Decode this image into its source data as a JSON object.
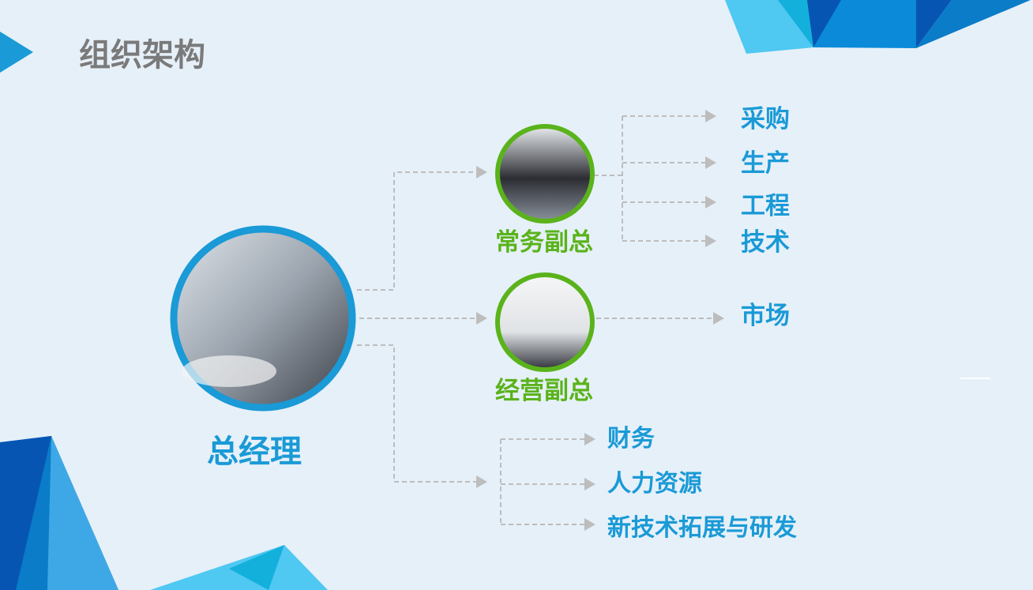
{
  "title": "组织架构",
  "general_manager": {
    "label": "总经理"
  },
  "vice_presidents": [
    {
      "label": "常务副总",
      "departments": [
        "采购",
        "生产",
        "工程",
        "技术"
      ]
    },
    {
      "label": "经营副总",
      "departments": [
        "市场"
      ]
    }
  ],
  "direct_departments": [
    "财务",
    "人力资源",
    "新技术拓展与研发"
  ],
  "colors": {
    "blue": "#1a9ad6",
    "green": "#5ab31b",
    "connector": "#bdbdbd",
    "title": "#7a7a7a"
  }
}
